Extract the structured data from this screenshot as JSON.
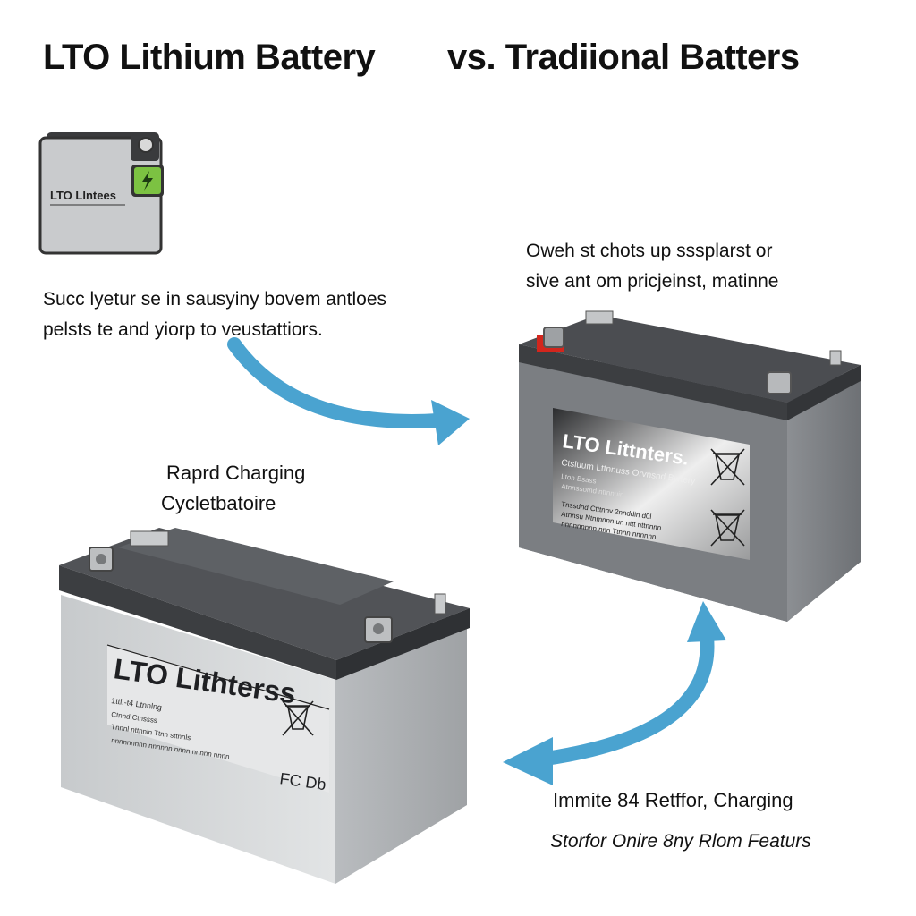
{
  "header": {
    "title_left": "LTO Lithium Battery",
    "title_right": "vs. Tradiional Batters"
  },
  "icon_card": {
    "label": "LTO Llntees"
  },
  "left_text": {
    "line1": "Succ lyetur se in sausyiny bovem antloes",
    "line2": "pelsts te and yiorp to veustattiors."
  },
  "right_text": {
    "line1": "Oweh st chots up sssplarst or",
    "line2": "sive ant om pricjeinst, matinne"
  },
  "features_left": {
    "line1": "Raprd Charging",
    "line2": "Cycletbatoire"
  },
  "features_bottom": {
    "line1": "Immite 84  Retffor, Charging",
    "line2": "Storfor Onire 8ny Rlom Featurs"
  },
  "battery_right": {
    "brand": "LTO Littnters.",
    "subtitle": "Ctsluum  Lttnnuss    Orvnsnd  Bwtery",
    "spec1": "Ltoh  Bsass",
    "spec2": "Atnnssomd  nttnnuin",
    "spec3": "Tnssdnd  Ctttnnv  2nnddin  d0l",
    "spec4": "Atnnsu  Ntnmnnn  un  nttt  nttnnnn",
    "spec5": "nnnnnnnnn  nnn  Ttnnn  nnnnnn"
  },
  "battery_left": {
    "brand": "LTO Lithterss",
    "spec1": "1ttl.-t4  Ltnnlng",
    "spec2": "Ctnnd  Ctnssss",
    "spec3": "Tnnnl  nttnnin  Ttnn  sttnnls",
    "spec4": "nnnnnnnnn  nnnnnn  nnnn  nnnnn  nnnn",
    "code": "FC Db"
  },
  "colors": {
    "arrow": "#4aa3d0",
    "battery_dark": "#5b5e63",
    "battery_light": "#cfd2d4",
    "accent_green": "#7cc242",
    "terminal_red": "#d3261d"
  },
  "icons": [
    "recycle-bin-crossed-icon",
    "lightning-bolt-icon",
    "curved-arrow-icon"
  ]
}
